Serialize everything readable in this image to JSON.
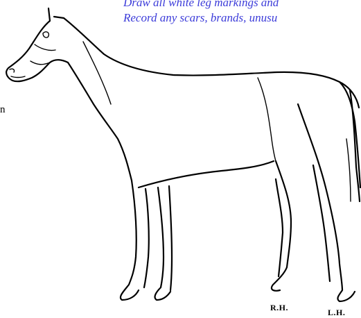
{
  "form": {
    "instruction_line_1": "Draw all white leg markings and",
    "instruction_line_2": "Record any scars, brands, unusu",
    "stray_text": "n"
  },
  "leg_labels": {
    "right_hind": "R.H.",
    "left_hind": "L.H."
  }
}
